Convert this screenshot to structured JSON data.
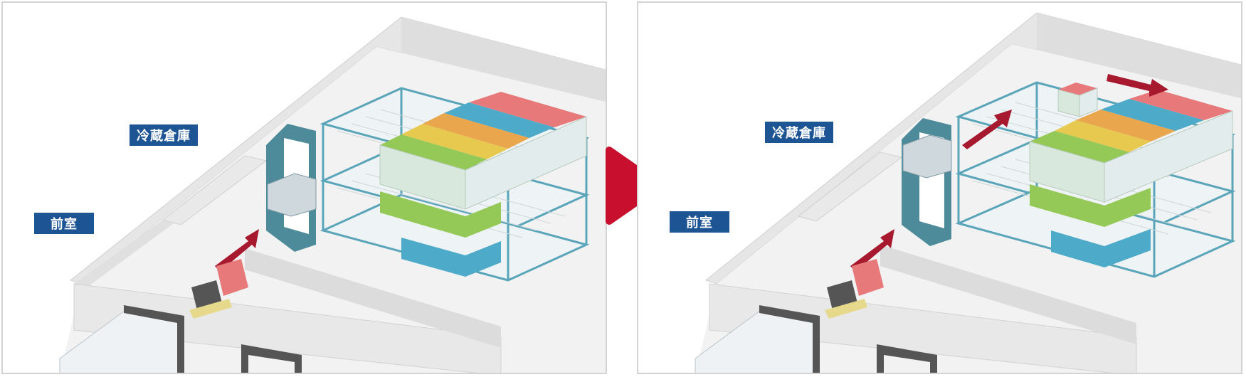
{
  "labels": {
    "cold_storage": "冷蔵倉庫",
    "anteroom": "前室"
  },
  "colors": {
    "label_bg": "#1d5494",
    "arrow": "#a6192e",
    "next_arrow": "#c8102e",
    "rack": "#5aa5b9",
    "lift": "#4d8b9a",
    "box_red": "#e8797b",
    "box_orange": "#e9a64c",
    "box_yellow": "#e6c94e",
    "box_green": "#94c957",
    "box_blue": "#4eaac9",
    "wall": "#e4e4e4",
    "floor": "#f3f3f3"
  },
  "panels": [
    {
      "name": "before",
      "cold_label": "冷蔵倉庫",
      "ante_label": "前室"
    },
    {
      "name": "after",
      "cold_label": "冷蔵倉庫",
      "ante_label": "前室"
    }
  ],
  "icons": [
    "forklift-icon",
    "vertical-lift-icon",
    "direction-arrow-icon",
    "next-step-arrow-icon"
  ]
}
